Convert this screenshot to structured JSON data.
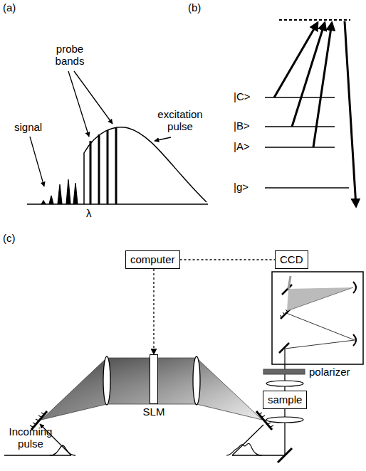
{
  "diagram": {
    "nodes": [
      {
        "text": [
          "computer"
        ]
      },
      {
        "text": [
          "CCD"
        ]
      },
      {
        "text": [
          "SLM"
        ]
      },
      {
        "text": [
          "sample"
        ]
      }
    ],
    "edges": [
      {
        "from": 0,
        "to": 1,
        "arrow": "none"
      },
      {
        "from": 0,
        "to": 2,
        "arrow": "to"
      }
    ],
    "labels": [
      "(a)",
      "probe bands",
      "excitation pulse",
      "signal",
      "λ",
      "(b)",
      "|C>",
      "|B>",
      "|A>",
      "|g>",
      "(c)",
      "polarizer",
      "Incoming pulse"
    ]
  }
}
